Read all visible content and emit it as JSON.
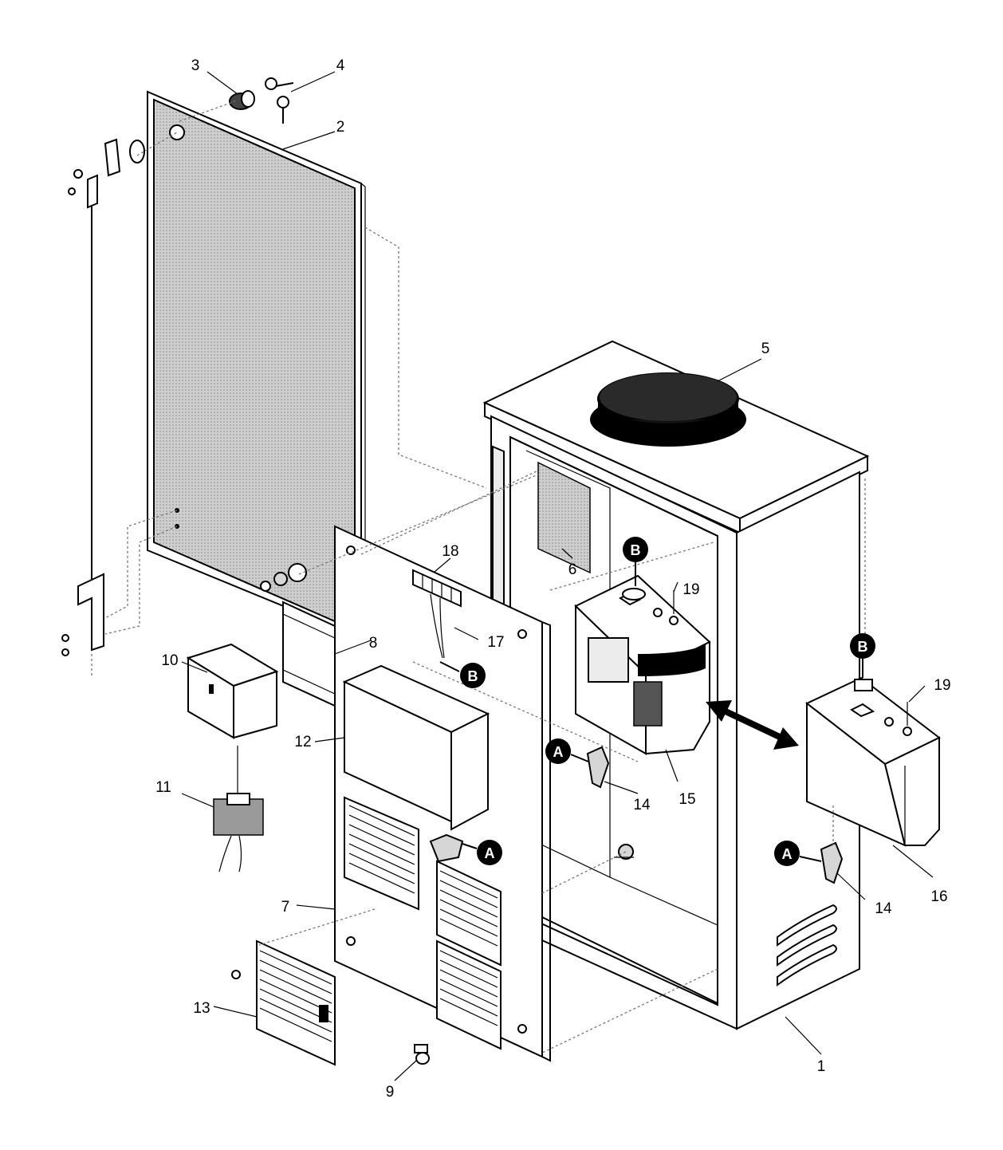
{
  "callouts": [
    {
      "id": "1",
      "text": "1"
    },
    {
      "id": "2",
      "text": "2"
    },
    {
      "id": "3",
      "text": "3"
    },
    {
      "id": "4",
      "text": "4"
    },
    {
      "id": "5",
      "text": "5"
    },
    {
      "id": "6",
      "text": "6"
    },
    {
      "id": "7",
      "text": "7"
    },
    {
      "id": "8",
      "text": "8"
    },
    {
      "id": "9",
      "text": "9"
    },
    {
      "id": "10",
      "text": "10"
    },
    {
      "id": "11",
      "text": "11"
    },
    {
      "id": "12",
      "text": "12"
    },
    {
      "id": "13",
      "text": "13"
    },
    {
      "id": "14a",
      "text": "14"
    },
    {
      "id": "14b",
      "text": "14"
    },
    {
      "id": "15",
      "text": "15"
    },
    {
      "id": "16",
      "text": "16"
    },
    {
      "id": "17",
      "text": "17"
    },
    {
      "id": "18",
      "text": "18"
    },
    {
      "id": "19a",
      "text": "19"
    },
    {
      "id": "19b",
      "text": "19"
    }
  ],
  "badges": {
    "a": "A",
    "b": "B"
  },
  "colors": {
    "line": "#000000",
    "panel_fill": "#d6d6d6",
    "badge": "#000000"
  }
}
